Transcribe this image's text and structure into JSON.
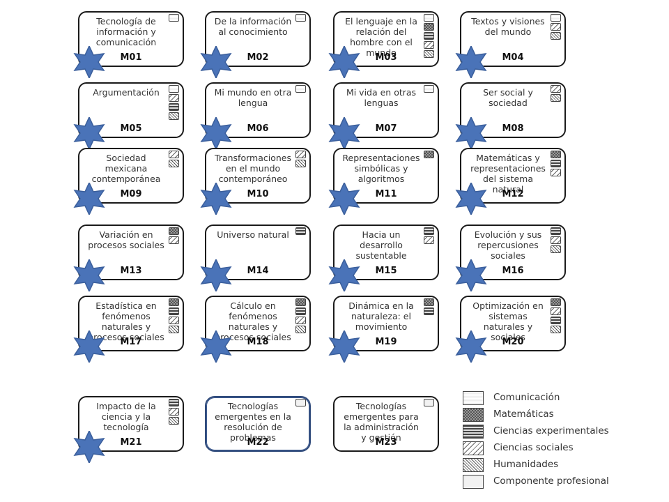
{
  "patterns": {
    "comunicacion": "repeating-linear-gradient(0deg, #fff 0 1px, #eee 1px 2px), repeating-linear-gradient(90deg, #fff 0 1px, #ddd 1px 2px)",
    "matematicas": "repeating-conic-gradient(#555 0% 25%, #999 0% 50%) 0 0/4px 4px",
    "experimentales": "repeating-linear-gradient(0deg, #444 0 2px, #ddd 2px 4px)",
    "sociales": "repeating-linear-gradient(135deg, #fff 0 2px, #666 2px 3px, #fff 3px 5px)",
    "humanidades": "repeating-linear-gradient(45deg, #fff 0 2px, #555 2px 3px), repeating-linear-gradient(135deg, #fff 0 2px, #777 2px 3px)",
    "profesional": "#f2f2f2"
  },
  "colors": {
    "star_fill": "#4a73b8",
    "featured_border": "#2f4a7a"
  },
  "modules": [
    {
      "code": "M01",
      "title": "Tecnología de información y comunicación",
      "areas": [
        "comunicacion"
      ],
      "star": true
    },
    {
      "code": "M02",
      "title": "De la información al conocimiento",
      "areas": [
        "comunicacion"
      ],
      "star": true
    },
    {
      "code": "M03",
      "title": "El lenguaje en la relación del hombre con el mundo",
      "areas": [
        "comunicacion",
        "matematicas",
        "experimentales",
        "sociales",
        "humanidades"
      ],
      "star": true
    },
    {
      "code": "M04",
      "title": "Textos y visiones del mundo",
      "areas": [
        "comunicacion",
        "sociales",
        "humanidades"
      ],
      "star": true
    },
    {
      "code": "M05",
      "title": "Argumentación",
      "areas": [
        "comunicacion",
        "sociales",
        "experimentales",
        "humanidades"
      ],
      "star": true
    },
    {
      "code": "M06",
      "title": "Mi mundo en otra lengua",
      "areas": [
        "comunicacion"
      ],
      "star": true
    },
    {
      "code": "M07",
      "title": "Mi vida en otras lenguas",
      "areas": [
        "comunicacion"
      ],
      "star": true
    },
    {
      "code": "M08",
      "title": "Ser social y sociedad",
      "areas": [
        "sociales",
        "humanidades"
      ],
      "star": true
    },
    {
      "code": "M09",
      "title": "Sociedad mexicana contemporánea",
      "areas": [
        "sociales",
        "humanidades"
      ],
      "star": true
    },
    {
      "code": "M10",
      "title": "Transformaciones en el mundo contemporáneo",
      "areas": [
        "sociales",
        "humanidades"
      ],
      "star": true
    },
    {
      "code": "M11",
      "title": "Representaciones simbólicas y algoritmos",
      "areas": [
        "matematicas"
      ],
      "star": true
    },
    {
      "code": "M12",
      "title": "Matemáticas y representaciones del sistema natural",
      "areas": [
        "matematicas",
        "experimentales",
        "sociales"
      ],
      "star": true
    },
    {
      "code": "M13",
      "title": "Variación en procesos sociales",
      "areas": [
        "matematicas",
        "sociales"
      ],
      "star": true
    },
    {
      "code": "M14",
      "title": "Universo natural",
      "areas": [
        "experimentales"
      ],
      "star": true
    },
    {
      "code": "M15",
      "title": "Hacia un desarrollo sustentable",
      "areas": [
        "experimentales",
        "sociales"
      ],
      "star": true
    },
    {
      "code": "M16",
      "title": "Evolución y sus repercusiones sociales",
      "areas": [
        "experimentales",
        "sociales",
        "humanidades"
      ],
      "star": true
    },
    {
      "code": "M17",
      "title": "Estadística en fenómenos naturales y procesos sociales",
      "areas": [
        "matematicas",
        "experimentales",
        "sociales",
        "humanidades"
      ],
      "star": true
    },
    {
      "code": "M18",
      "title": "Cálculo en fenómenos naturales y procesos sociales",
      "areas": [
        "matematicas",
        "experimentales",
        "sociales",
        "humanidades"
      ],
      "star": true
    },
    {
      "code": "M19",
      "title": "Dinámica en la naturaleza: el movimiento",
      "areas": [
        "matematicas",
        "experimentales"
      ],
      "star": true
    },
    {
      "code": "M20",
      "title": "Optimización en sistemas naturales y sociales",
      "areas": [
        "matematicas",
        "sociales",
        "experimentales",
        "humanidades"
      ],
      "star": true
    },
    {
      "code": "M21",
      "title": "Impacto de la ciencia y la tecnología",
      "areas": [
        "experimentales",
        "sociales",
        "humanidades"
      ],
      "star": true
    },
    {
      "code": "M22",
      "title": "Tecnologías emergentes en la resolución de problemas",
      "areas": [
        "profesional"
      ],
      "star": false,
      "featured": true
    },
    {
      "code": "M23",
      "title": "Tecnologías emergentes para la administración y gestión",
      "areas": [
        "profesional"
      ],
      "star": false
    }
  ],
  "legend": [
    {
      "key": "comunicacion",
      "label": "Comunicación"
    },
    {
      "key": "matematicas",
      "label": "Matemáticas"
    },
    {
      "key": "experimentales",
      "label": "Ciencias experimentales"
    },
    {
      "key": "sociales",
      "label": "Ciencias sociales"
    },
    {
      "key": "humanidades",
      "label": "Humanidades"
    },
    {
      "key": "profesional",
      "label": "Componente profesional"
    }
  ]
}
